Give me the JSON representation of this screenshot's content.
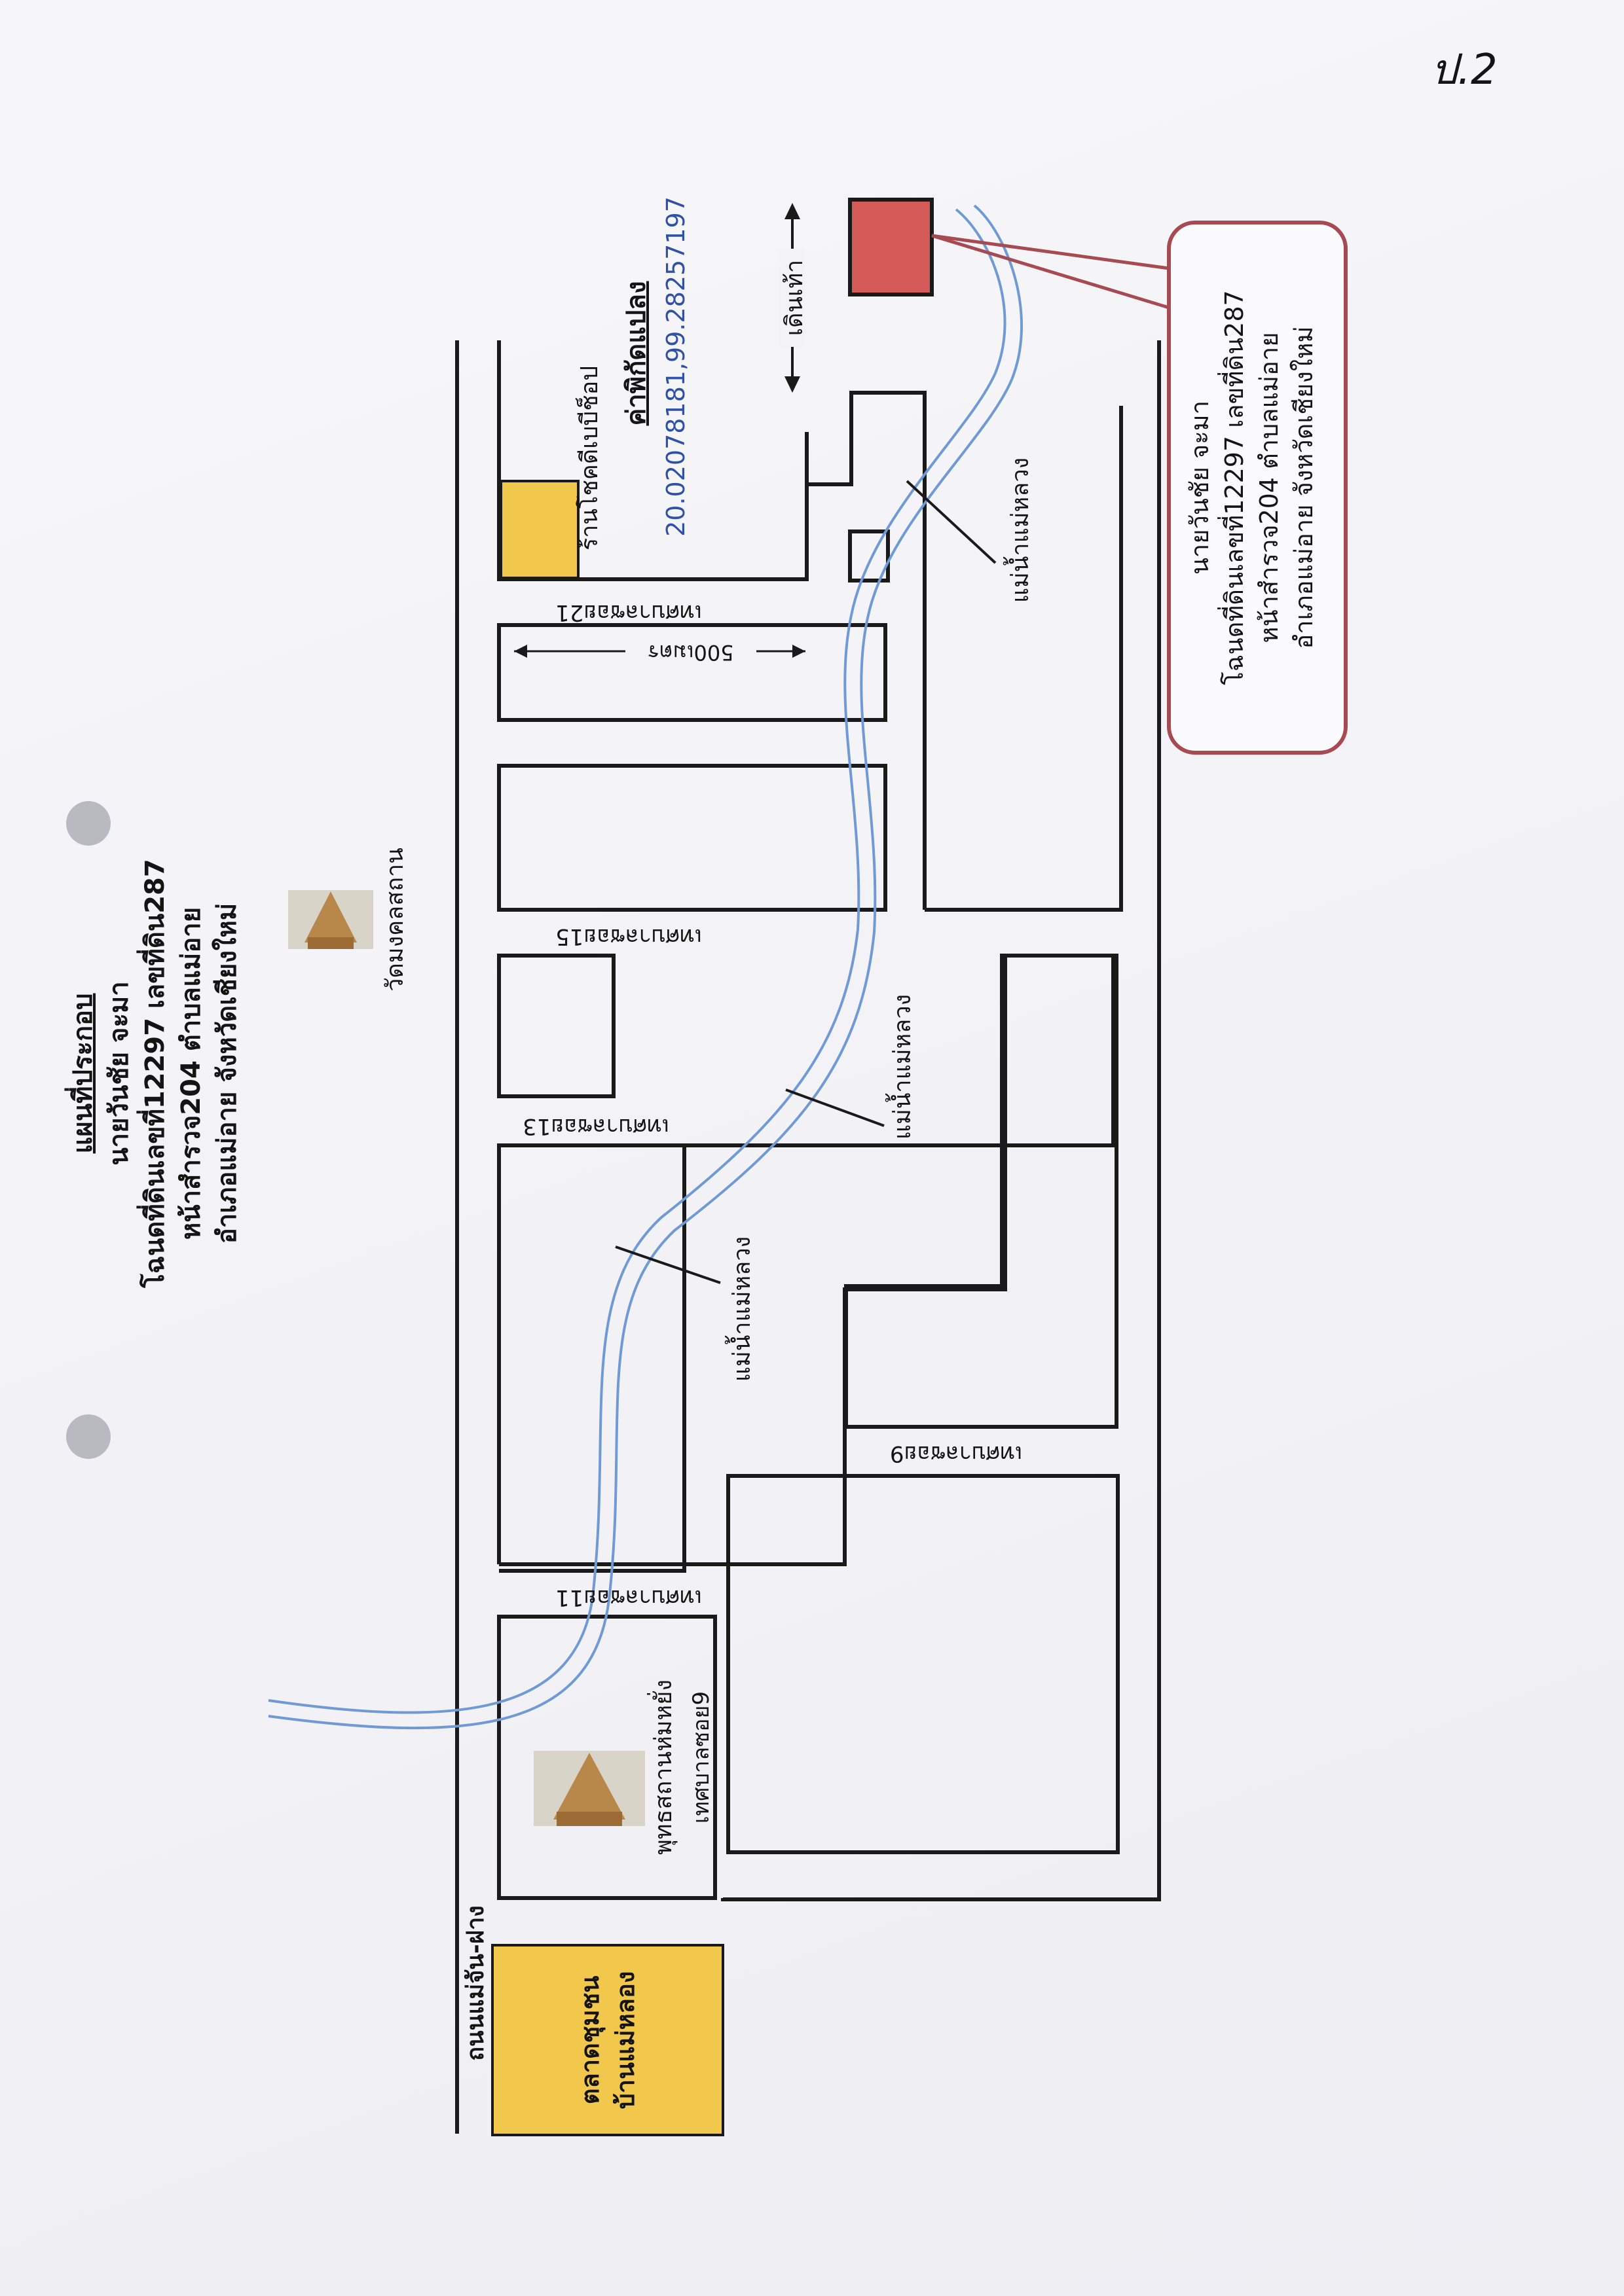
{
  "page_marker": "ป.2",
  "title": {
    "heading": "แผนที่ประกอบ",
    "line1": "นายวันชัย จะมา",
    "line2": "โฉนดที่ดินเลขที่12297 เลขที่ดิน287",
    "line3": "หน้าสำรวจ204 ตำบลแม่อาย",
    "line4": "อำเภอแม่อาย จังหวัดเชียงใหม่"
  },
  "landmarks": {
    "temple_top": "วัดมงคลสถาน",
    "temple_bottom": "พุทธสถานห่มหยั่ง",
    "market_line1": "ตลาดชุมชน",
    "market_line2": "บ้านแม่หลอง",
    "shop": "ร้านโชคดีเบบีช็อป"
  },
  "roads": {
    "main_road": "ถนนแม่จัน-ฝาง",
    "soi9": "เทศบาลซอย9",
    "soi11": "เทศบาลซอย11",
    "soi13": "เทศบาลซอย13",
    "soi15": "เทศบาลซอย15",
    "soi21": "เทศบาลซอย21"
  },
  "river_label": "แม่น้ำแม่หลวง",
  "distance": "500เมตร",
  "walk": "เดินเท้า",
  "coords": {
    "heading": "ค่าพิกัดแปลง",
    "value": "20.02078181,99.28257197"
  },
  "callout": {
    "line1": "นายวันชัย จะมา",
    "line2": "โฉนดที่ดินเลขที่12297 เลขที่ดิน287",
    "line3": "หน้าสำรวจ204 ตำบลแม่อาย",
    "line4": "อำเภอแม่อาย จังหวัดเชียงใหม่"
  },
  "colors": {
    "parcel": "#d45a57",
    "yellow": "#f2c84c",
    "callout_border": "#a84a52",
    "river": "#6f9ad6",
    "coords_text": "#2f52a8"
  }
}
